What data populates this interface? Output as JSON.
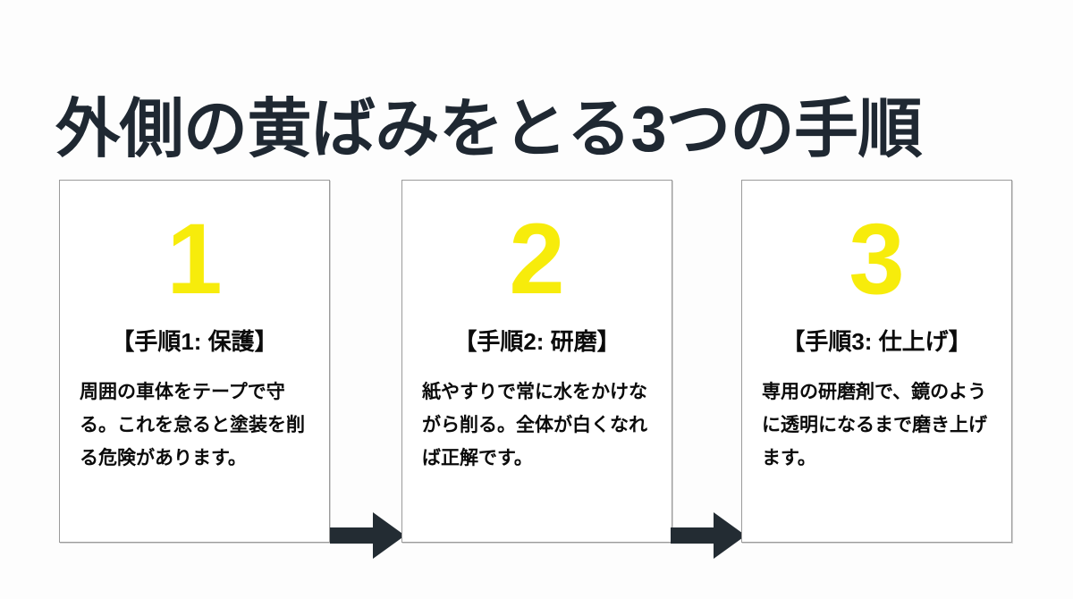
{
  "slide": {
    "title": "外側の黄ばみをとる3つの手順",
    "background_color": "#fdfdfd",
    "title_color": "#1f2832",
    "accent_color": "#f7ec0b",
    "arrow_color": "#232c33",
    "card_border_color": "#9b9b9b"
  },
  "steps": [
    {
      "number": "1",
      "heading": "【手順1: 保護】",
      "body": "周囲の車体をテープで守る。これを怠ると塗装を削る危険があります。"
    },
    {
      "number": "2",
      "heading": "【手順2: 研磨】",
      "body": "紙やすりで常に水をかけながら削る。全体が白くなれば正解です。"
    },
    {
      "number": "3",
      "heading": "【手順3: 仕上げ】",
      "body": "専用の研磨剤で、鏡のように透明になるまで磨き上げます。"
    }
  ],
  "connectors": [
    {
      "icon": "arrow-right-icon",
      "from": "1",
      "to": "2"
    },
    {
      "icon": "arrow-right-icon",
      "from": "2",
      "to": "3"
    }
  ]
}
